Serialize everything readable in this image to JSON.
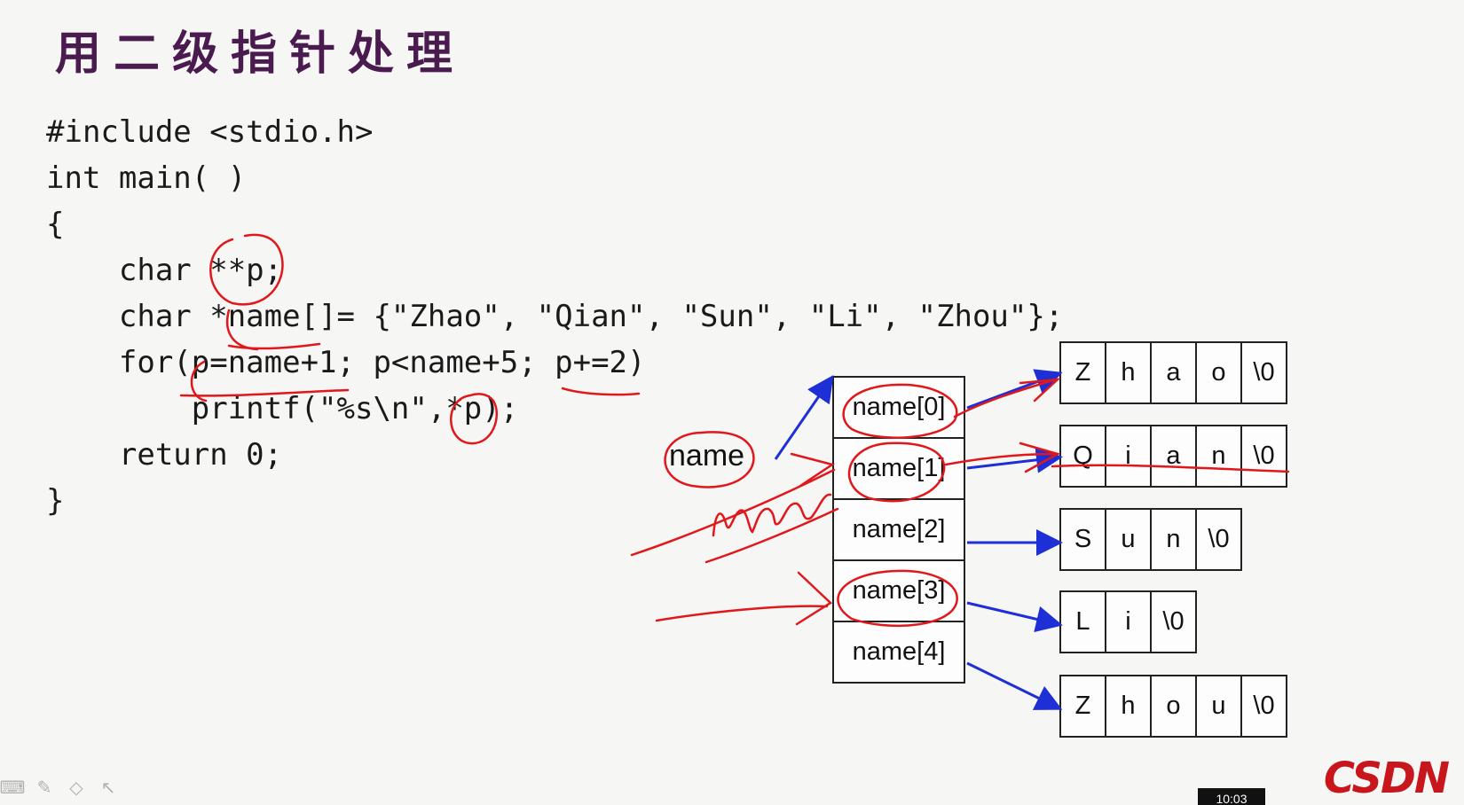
{
  "slide": {
    "title": "用二级指针处理",
    "code": [
      "#include <stdio.h>",
      "int main( )",
      "{",
      "    char **p;",
      "    char *name[]= {\"Zhao\", \"Qian\", \"Sun\", \"Li\", \"Zhou\"};",
      "    for(p=name+1; p<name+5; p+=2)",
      "        printf(\"%s\\n\",*p);",
      "    return 0;",
      "}"
    ],
    "pointer_label": "name",
    "array_cells": [
      "name[0]",
      "name[1]",
      "name[2]",
      "name[3]",
      "name[4]"
    ],
    "strings": [
      [
        "Z",
        "h",
        "a",
        "o",
        "\\0"
      ],
      [
        "Q",
        "i",
        "a",
        "n",
        "\\0"
      ],
      [
        "S",
        "u",
        "n",
        "\\0"
      ],
      [
        "L",
        "i",
        "\\0"
      ],
      [
        "Z",
        "h",
        "o",
        "u",
        "\\0"
      ]
    ]
  },
  "colors": {
    "title": "#4a1b4f",
    "arrow": "#1f2fd6",
    "annotation": "#e0181c",
    "logo": "#c8161d"
  },
  "player": {
    "tools": [
      "keyboard-icon",
      "pen-icon",
      "eraser-icon",
      "pointer-icon"
    ],
    "logo": "CSDN",
    "timer": "10:03"
  }
}
